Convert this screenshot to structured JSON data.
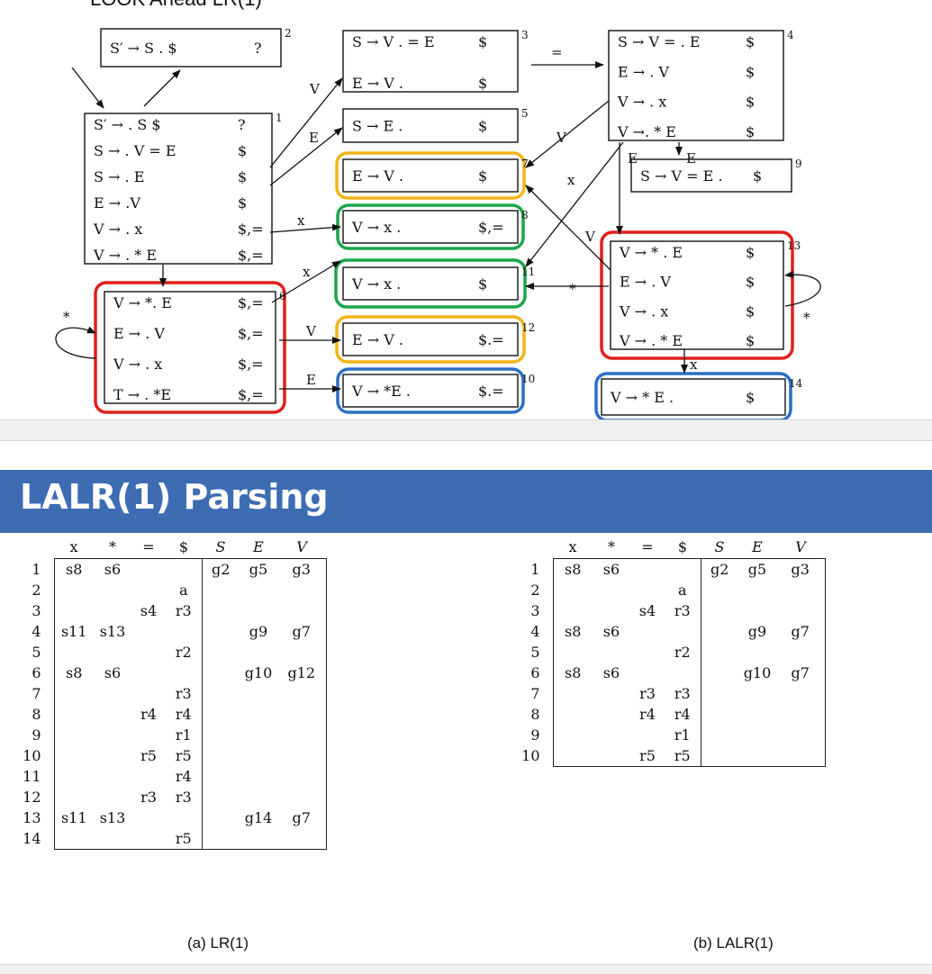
{
  "header": {
    "caption": "LOOK Ahead LR(1)"
  },
  "diagram": {
    "states": [
      {
        "id": "2",
        "number": "2",
        "items": [
          [
            "S′ → S . $",
            "?"
          ]
        ]
      },
      {
        "id": "1",
        "number": "1",
        "items": [
          [
            "S′ → . S $",
            "?"
          ],
          [
            "S → . V = E",
            "$"
          ],
          [
            "S → . E",
            "$"
          ],
          [
            "E → .V",
            "$"
          ],
          [
            "V → . x",
            "$,="
          ],
          [
            "V → . * E",
            "$,="
          ]
        ]
      },
      {
        "id": "6",
        "number": "6",
        "items": [
          [
            "V → *. E",
            "$,="
          ],
          [
            "E → . V",
            "$,="
          ],
          [
            "V → . x",
            "$,="
          ],
          [
            "T → . *E",
            "$,="
          ]
        ]
      },
      {
        "id": "3",
        "number": "3",
        "items": [
          [
            "S → V . = E",
            "$"
          ],
          [
            "E → V .",
            "$"
          ]
        ]
      },
      {
        "id": "5",
        "number": "5",
        "items": [
          [
            "S → E .",
            "$"
          ]
        ]
      },
      {
        "id": "7",
        "number": "7",
        "items": [
          [
            "E → V .",
            "$"
          ]
        ]
      },
      {
        "id": "8",
        "number": "8",
        "items": [
          [
            "V → x .",
            "$,="
          ]
        ]
      },
      {
        "id": "11",
        "number": "11",
        "items": [
          [
            "V → x .",
            "$"
          ]
        ]
      },
      {
        "id": "12",
        "number": "12",
        "items": [
          [
            "E → V .",
            "$.="
          ]
        ]
      },
      {
        "id": "10",
        "number": "10",
        "items": [
          [
            "V → *E .",
            "$.="
          ]
        ]
      },
      {
        "id": "4",
        "number": "4",
        "items": [
          [
            "S → V = . E",
            "$"
          ],
          [
            "E → . V",
            "$"
          ],
          [
            "V → . x",
            "$"
          ],
          [
            "V →. * E",
            "$"
          ]
        ]
      },
      {
        "id": "9",
        "number": "9",
        "items": [
          [
            "S → V = E .",
            "$"
          ]
        ]
      },
      {
        "id": "13",
        "number": "13",
        "items": [
          [
            "V → * . E",
            "$"
          ],
          [
            "E → . V",
            "$"
          ],
          [
            "V → . x",
            "$"
          ],
          [
            "V → . * E",
            "$"
          ]
        ]
      },
      {
        "id": "14",
        "number": "14",
        "items": [
          [
            "V → * E .",
            "$"
          ]
        ]
      }
    ],
    "edge_labels": [
      "V",
      "E",
      "x",
      "x",
      "V",
      "E",
      "*",
      "=",
      "V",
      "x",
      "*",
      "E",
      "x",
      "V",
      "*",
      "E"
    ],
    "highlight_colors": {
      "red": "#e0201c",
      "yellow": "#f2b418",
      "green": "#1aa64a",
      "blue": "#2a6fc4"
    }
  },
  "section": {
    "title": "LALR(1) Parsing"
  },
  "tables": [
    {
      "caption": "(a)   LR(1)",
      "columns": [
        "x",
        "*",
        "=",
        "$",
        "S",
        "E",
        "V"
      ],
      "rows": [
        [
          "1",
          "s8",
          "s6",
          "",
          "",
          "g2",
          "g5",
          "g3"
        ],
        [
          "2",
          "",
          "",
          "",
          "a",
          "",
          "",
          ""
        ],
        [
          "3",
          "",
          "",
          "s4",
          "r3",
          "",
          "",
          ""
        ],
        [
          "4",
          "s11",
          "s13",
          "",
          "",
          "",
          "g9",
          "g7"
        ],
        [
          "5",
          "",
          "",
          "",
          "r2",
          "",
          "",
          ""
        ],
        [
          "6",
          "s8",
          "s6",
          "",
          "",
          "",
          "g10",
          "g12"
        ],
        [
          "7",
          "",
          "",
          "",
          "r3",
          "",
          "",
          ""
        ],
        [
          "8",
          "",
          "",
          "r4",
          "r4",
          "",
          "",
          ""
        ],
        [
          "9",
          "",
          "",
          "",
          "r1",
          "",
          "",
          ""
        ],
        [
          "10",
          "",
          "",
          "r5",
          "r5",
          "",
          "",
          ""
        ],
        [
          "11",
          "",
          "",
          "",
          "r4",
          "",
          "",
          ""
        ],
        [
          "12",
          "",
          "",
          "r3",
          "r3",
          "",
          "",
          ""
        ],
        [
          "13",
          "s11",
          "s13",
          "",
          "",
          "",
          "g14",
          "g7"
        ],
        [
          "14",
          "",
          "",
          "",
          "r5",
          "",
          "",
          ""
        ]
      ]
    },
    {
      "caption": "(b)   LALR(1)",
      "columns": [
        "x",
        "*",
        "=",
        "$",
        "S",
        "E",
        "V"
      ],
      "rows": [
        [
          "1",
          "s8",
          "s6",
          "",
          "",
          "g2",
          "g5",
          "g3"
        ],
        [
          "2",
          "",
          "",
          "",
          "a",
          "",
          "",
          ""
        ],
        [
          "3",
          "",
          "",
          "s4",
          "r3",
          "",
          "",
          ""
        ],
        [
          "4",
          "s8",
          "s6",
          "",
          "",
          "",
          "g9",
          "g7"
        ],
        [
          "5",
          "",
          "",
          "",
          "r2",
          "",
          "",
          ""
        ],
        [
          "6",
          "s8",
          "s6",
          "",
          "",
          "",
          "g10",
          "g7"
        ],
        [
          "7",
          "",
          "",
          "r3",
          "r3",
          "",
          "",
          ""
        ],
        [
          "8",
          "",
          "",
          "r4",
          "r4",
          "",
          "",
          ""
        ],
        [
          "9",
          "",
          "",
          "",
          "r1",
          "",
          "",
          ""
        ],
        [
          "10",
          "",
          "",
          "r5",
          "r5",
          "",
          "",
          ""
        ]
      ]
    }
  ]
}
